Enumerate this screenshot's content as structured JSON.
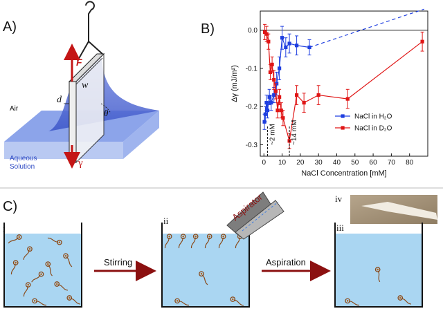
{
  "panels": {
    "a": {
      "label": "A)",
      "force": "F",
      "width_symbol": "w",
      "thickness_symbol": "d",
      "angle_symbol": "θ",
      "air": "Air",
      "solution_line1": "Aqueous",
      "solution_line2": "Solution",
      "gamma_symbol": "γ"
    },
    "b": {
      "label": "B)"
    },
    "c": {
      "label": "C)",
      "step1": "i",
      "step2": "ii",
      "step3": "iii",
      "step4": "iv",
      "stirring": "Stirring",
      "aspiration": "Aspiration",
      "aspirator": "Aspirator"
    }
  },
  "colors": {
    "water": "#aad6f2",
    "water_top": "#cde8fa",
    "blue_series": "#1f3fe0",
    "red_series": "#e01616",
    "arrow": "#8b1010",
    "tadpole": "#b5651d"
  },
  "chart_data": {
    "type": "line",
    "ylabel": "Δγ  (mJ/m²)",
    "xlabel": "NaCl Concentration [mM]",
    "xlim": [
      -2,
      90
    ],
    "ylim": [
      -0.33,
      0.05
    ],
    "x_ticks": [
      0,
      10,
      20,
      30,
      40,
      50,
      60,
      70,
      80
    ],
    "y_ticks": [
      0.0,
      -0.1,
      -0.2,
      -0.3
    ],
    "y_tick_labels": [
      "0.0",
      "-0.1",
      "-0.2",
      "-0.3"
    ],
    "grid": false,
    "legend_position": "bottom-right",
    "reference_line": 0,
    "series": [
      {
        "name": "NaCl in H₂O",
        "color": "#1f3fe0",
        "x": [
          0.3,
          0.8,
          1.4,
          2.0,
          3.0,
          4.0,
          5.5,
          7.0,
          8.5,
          10.0,
          12.0,
          14.0,
          18.0,
          25.0
        ],
        "y": [
          -0.24,
          -0.22,
          -0.19,
          -0.21,
          -0.175,
          -0.19,
          -0.17,
          -0.14,
          -0.1,
          -0.02,
          -0.045,
          -0.035,
          -0.04,
          -0.045
        ],
        "err": [
          0.02,
          0.02,
          0.02,
          0.02,
          0.02,
          0.02,
          0.02,
          0.03,
          0.03,
          0.03,
          0.025,
          0.025,
          0.025,
          0.02
        ],
        "extrapolated_to": [
          88,
          0.055
        ]
      },
      {
        "name": "NaCl in D₂O",
        "color": "#e01616",
        "x": [
          0.5,
          1.5,
          2.5,
          3.5,
          4.5,
          5.5,
          6.5,
          7.5,
          8.5,
          9.5,
          10.5,
          14.0,
          18.0,
          22.0,
          30.0,
          46.0,
          87.0
        ],
        "y": [
          -0.005,
          -0.01,
          -0.03,
          -0.11,
          -0.09,
          -0.13,
          -0.16,
          -0.21,
          -0.175,
          -0.21,
          -0.23,
          -0.29,
          -0.17,
          -0.19,
          -0.17,
          -0.18,
          -0.03
        ],
        "err": [
          0.02,
          0.02,
          0.02,
          0.02,
          0.02,
          0.025,
          0.02,
          0.02,
          0.02,
          0.02,
          0.02,
          0.02,
          0.025,
          0.025,
          0.025,
          0.025,
          0.025
        ]
      }
    ],
    "annotations": [
      {
        "text": "~2 mM",
        "x": 2
      },
      {
        "text": "~14 mM",
        "x": 14
      }
    ]
  }
}
